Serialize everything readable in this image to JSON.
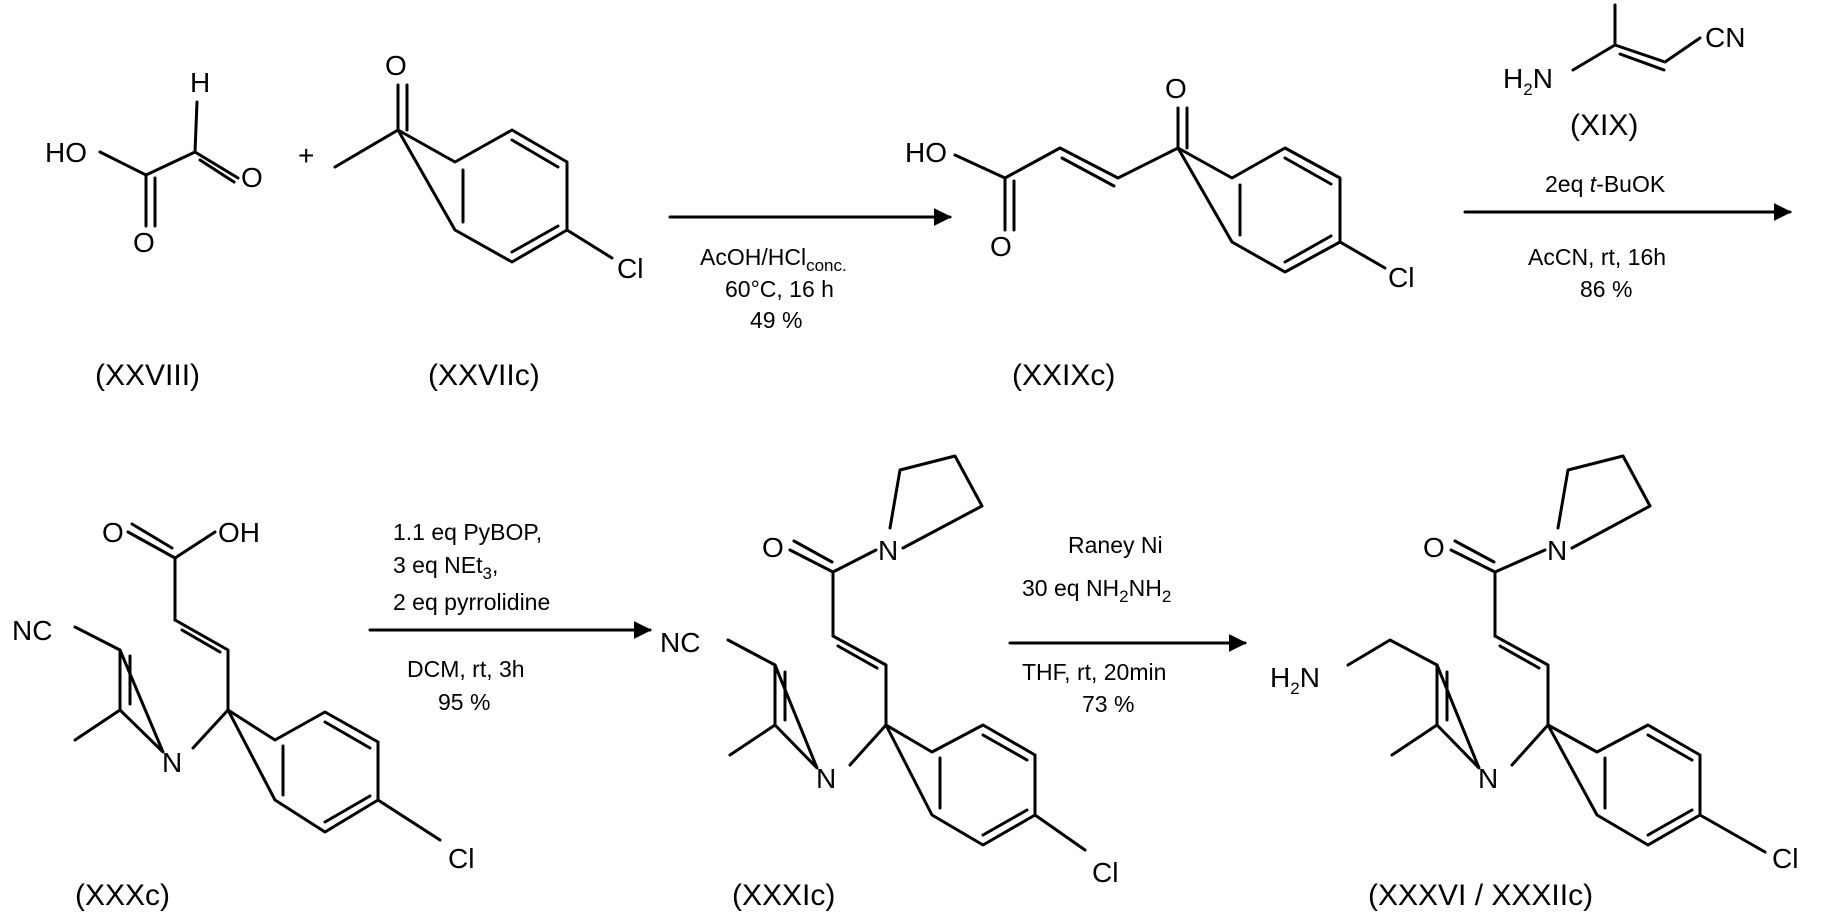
{
  "atoms": {
    "ho": "HO",
    "oh": "OH",
    "o": "O",
    "h": "H",
    "cl": "Cl",
    "n": "N",
    "nc": "NC",
    "cn": "CN",
    "h2n_h": "H",
    "h2n_2": "2",
    "h2n_n": "N",
    "plus": "+"
  },
  "compounds": {
    "c1": "(XXVIII)",
    "c2": "(XXVIIc)",
    "c3": "(XXIXc)",
    "c4": "(XIX)",
    "c5": "(XXXc)",
    "c6": "(XXXIc)",
    "c7": "(XXXVI / XXXIIc)"
  },
  "reactions": {
    "r1": {
      "reagent_main": "AcOH/HCl",
      "reagent_sub": "conc.",
      "temp": "60°C, 16 h",
      "yield": "49 %"
    },
    "r2": {
      "above_pre": "2eq ",
      "above_italic": "t",
      "above_post": "-BuOK",
      "solvent": "AcCN, rt, 16h",
      "yield": "86 %"
    },
    "r3": {
      "line1": "1.1 eq PyBOP,",
      "line2_main": "3 eq NEt",
      "line2_sub": "3",
      "line2_post": ",",
      "line3": "2 eq pyrrolidine",
      "solvent": "DCM, rt, 3h",
      "yield": "95 %"
    },
    "r4": {
      "line1": "Raney Ni",
      "line2_a": "30 eq NH",
      "line2_sub1": "2",
      "line2_b": "NH",
      "line2_sub2": "2",
      "solvent": "THF, rt, 20min",
      "yield": "73 %"
    }
  }
}
